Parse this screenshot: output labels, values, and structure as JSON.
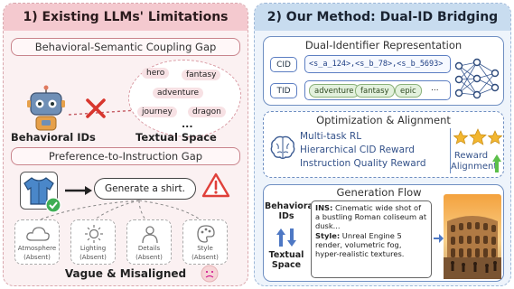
{
  "left": {
    "title": "1) Existing LLMs' Limitations",
    "gap1": "Behavioral-Semantic Coupling Gap",
    "cloud_words": [
      "hero",
      "fantasy",
      "adventure",
      "journey",
      "dragon",
      "..."
    ],
    "behavioral_ids": "Behavioral IDs",
    "textual_space": "Textual Space",
    "gap2": "Preference-to-Instruction Gap",
    "speech": "Generate a shirt.",
    "absents": [
      {
        "name": "Atmosphere",
        "state": "(Absent)"
      },
      {
        "name": "Lighting",
        "state": "(Absent)"
      },
      {
        "name": "Details",
        "state": "(Absent)"
      },
      {
        "name": "Style",
        "state": "(Absent)"
      }
    ],
    "footer": "Vague & Misaligned"
  },
  "right": {
    "title": "2) Our Method: Dual-ID Bridging",
    "dual": {
      "title": "Dual-Identifier Representation",
      "cid_label": "CID",
      "cid_value": "<s_a_124>,<s_b_78>,<s_b_5693>",
      "tid_label": "TID",
      "tid_tags": [
        "adventure",
        "fantasy",
        "epic"
      ],
      "tid_more": "..."
    },
    "opt": {
      "title": "Optimization & Alignment",
      "lines": [
        "Multi-task RL",
        "Hierarchical CID Reward",
        "Instruction Quality Reward"
      ],
      "reward_label": "Reward Alignment"
    },
    "gen": {
      "title": "Generation Flow",
      "behavioral": "Behavioral IDs",
      "textual": "Textual Space",
      "ins_label": "INS:",
      "ins_text": "Cinematic wide shot of a bustling Roman coliseum at dusk...",
      "style_label": "Style:",
      "style_text": "Unreal Engine 5 render, volumetric fog, hyper-realistic textures."
    }
  },
  "colors": {
    "left_bg": "#fbf1f2",
    "left_header": "#f4c9cf",
    "right_bg": "#eef4fb",
    "right_header": "#c8dcef",
    "cross": "#d8362e",
    "warning": "#e0413b",
    "star": "#f2b630",
    "arrow_green": "#5cbf4a",
    "arrow_blue": "#4e78c4"
  }
}
